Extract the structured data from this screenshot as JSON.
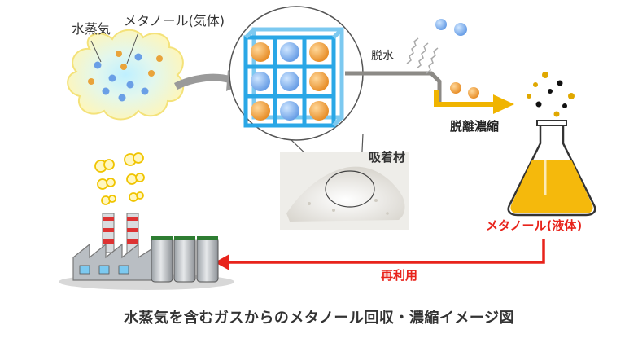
{
  "labels": {
    "water_vapor": "水蒸気",
    "methanol_gas": "メタノール(気体)",
    "dehydration": "脱水",
    "desorption_concentration": "脱離濃縮",
    "adsorbent": "吸着材",
    "methanol_liquid": "メタノール(液体)",
    "reuse": "再利用"
  },
  "caption": "水蒸気を含むガスからのメタノール回収・濃縮イメージ図",
  "colors": {
    "arrow_gray": "#9a9a9a",
    "arrow_gold": "#f0b400",
    "arrow_red": "#e8231b",
    "framework_blue": "#2aa7e6",
    "methanol_orange": "#f0a94a",
    "water_blue": "#7fb6ee",
    "liquid_yellow": "#f5b90c"
  },
  "icons": [
    "cloud-icon",
    "mof-crystal-icon",
    "powder-icon",
    "flask-icon",
    "factory-icon",
    "tank-icon"
  ]
}
